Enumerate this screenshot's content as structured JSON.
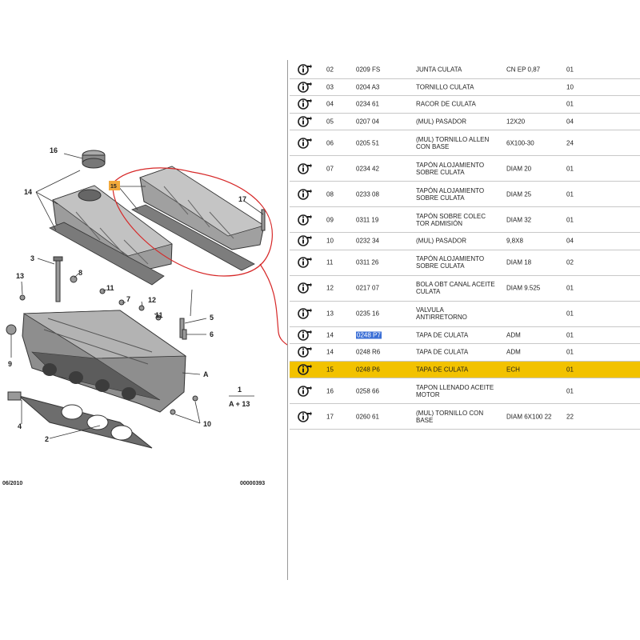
{
  "diagram": {
    "callouts": {
      "c1": "1",
      "c2": "2",
      "c3": "3",
      "c4": "4",
      "c5": "5",
      "c6": "6",
      "c7": "7",
      "c8": "8",
      "c9": "9",
      "c10": "10",
      "c11a": "11",
      "c11b": "11",
      "c12": "12",
      "c13": "13",
      "c14": "14",
      "c15": "15",
      "c16": "16",
      "c17": "17",
      "cA": "A"
    },
    "formula": "A + 13",
    "date": "06/2010",
    "doc_number": "00000393",
    "colors": {
      "annotation_red": "#d62828",
      "highlight_badge": "#f2a93b"
    }
  },
  "table": {
    "highlight_color": "#f2c200",
    "rows": [
      {
        "pos": "02",
        "ref": "0209 FS",
        "desc": "JUNTA CULATA",
        "spec": "CN EP 0,87",
        "qty": "01"
      },
      {
        "pos": "03",
        "ref": "0204 A3",
        "desc": "TORNILLO CULATA",
        "spec": "",
        "qty": "10"
      },
      {
        "pos": "04",
        "ref": "0234 61",
        "desc": "RACOR DE CULATA",
        "spec": "",
        "qty": "01"
      },
      {
        "pos": "05",
        "ref": "0207 04",
        "desc": "(MUL) PASADOR",
        "spec": "12X20",
        "qty": "04"
      },
      {
        "pos": "06",
        "ref": "0205 51",
        "desc": "(MUL) TORNILLO ALLEN CON BASE",
        "spec": "6X100-30",
        "qty": "24"
      },
      {
        "pos": "07",
        "ref": "0234 42",
        "desc": "TAPÓN ALOJAMIENTO SOBRE CULATA",
        "spec": "DIAM 20",
        "qty": "01"
      },
      {
        "pos": "08",
        "ref": "0233 08",
        "desc": "TAPÓN ALOJAMIENTO SOBRE CULATA",
        "spec": "DIAM 25",
        "qty": "01"
      },
      {
        "pos": "09",
        "ref": "0311 19",
        "desc": "TAPÓN SOBRE COLEC TOR ADMISIÓN",
        "spec": "DIAM 32",
        "qty": "01"
      },
      {
        "pos": "10",
        "ref": "0232 34",
        "desc": "(MUL) PASADOR",
        "spec": "9,8X8",
        "qty": "04"
      },
      {
        "pos": "11",
        "ref": "0311 26",
        "desc": "TAPÓN ALOJAMIENTO SOBRE CULATA",
        "spec": "DIAM 18",
        "qty": "02"
      },
      {
        "pos": "12",
        "ref": "0217 07",
        "desc": "BOLA OBT CANAL ACEITE CULATA",
        "spec": "DIAM 9.525",
        "qty": "01"
      },
      {
        "pos": "13",
        "ref": "0235 16",
        "desc": "VALVULA ANTIRRETORNO",
        "spec": "",
        "qty": "01"
      },
      {
        "pos": "14",
        "ref": "0248 P7",
        "desc": "TAPA DE CULATA",
        "spec": "ADM",
        "qty": "01",
        "selected": true
      },
      {
        "pos": "14",
        "ref": "0248 R6",
        "desc": "TAPA DE CULATA",
        "spec": "ADM",
        "qty": "01"
      },
      {
        "pos": "15",
        "ref": "0248 P6",
        "desc": "TAPA DE CULATA",
        "spec": "ECH",
        "qty": "01",
        "highlight": true
      },
      {
        "pos": "16",
        "ref": "0258 66",
        "desc": "TAPON LLENADO ACEITE MOTOR",
        "spec": "",
        "qty": "01"
      },
      {
        "pos": "17",
        "ref": "0260 61",
        "desc": "(MUL) TORNILLO CON BASE",
        "spec": "DIAM 6X100 22",
        "qty": "22"
      }
    ]
  }
}
